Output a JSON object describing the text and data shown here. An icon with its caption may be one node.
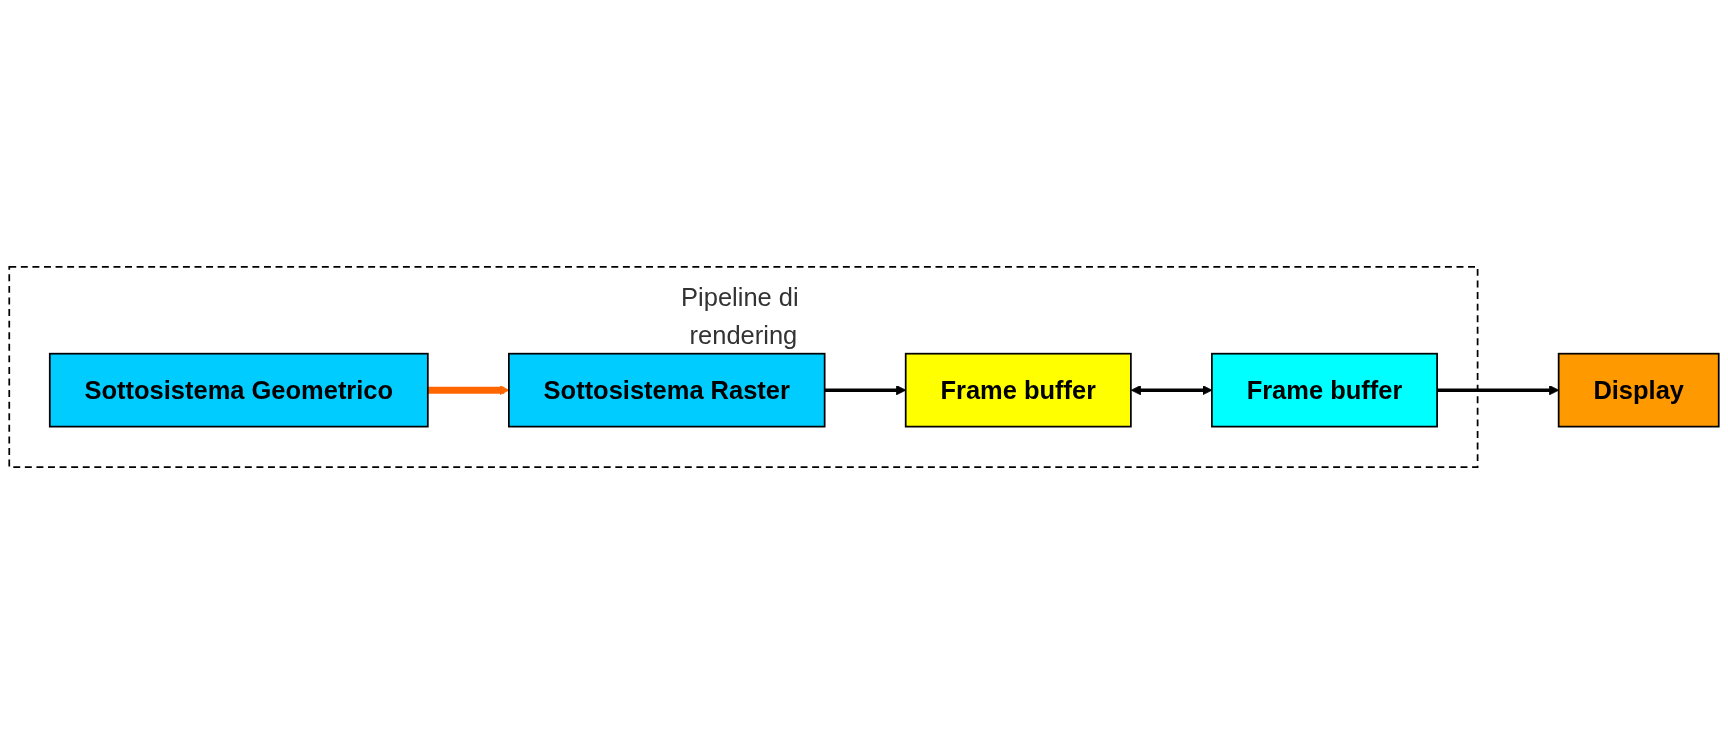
{
  "diagram": {
    "nodes": [
      {
        "text": [
          "Pipeline di rendering"
        ]
      },
      {
        "text": [
          "Sottosistema Geometrico"
        ],
        "in": 0
      },
      {
        "text": [
          "Sottosistema Raster"
        ],
        "in": 0
      },
      {
        "text": [
          "Frame buffer"
        ],
        "in": 0
      },
      {
        "text": [
          "Frame buffer"
        ],
        "in": 0
      },
      {
        "text": [
          "Display"
        ]
      }
    ],
    "edges": [
      {
        "from": 1,
        "to": 2,
        "arrow": "to",
        "style": "thick",
        "color": "#ff6600"
      },
      {
        "from": 2,
        "to": 3,
        "arrow": "to"
      },
      {
        "from": 3,
        "to": 4,
        "arrow": "both"
      },
      {
        "from": 4,
        "to": 5,
        "arrow": "to"
      }
    ]
  }
}
